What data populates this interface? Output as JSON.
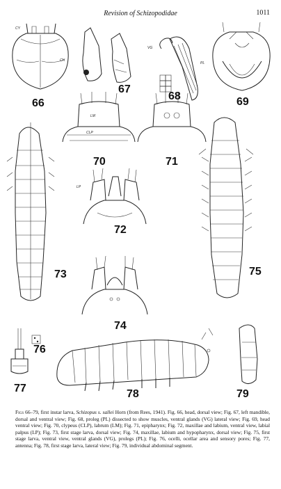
{
  "header": {
    "running_title": "Revision of Schizopodidae",
    "page_number": "1011"
  },
  "figures": [
    {
      "number": "66",
      "labels": [
        "CY",
        "CH"
      ]
    },
    {
      "number": "67",
      "labels": []
    },
    {
      "number": "68",
      "labels": [
        "VG",
        "PL"
      ]
    },
    {
      "number": "69",
      "labels": []
    },
    {
      "number": "70",
      "labels": [
        "LM",
        "CLP"
      ]
    },
    {
      "number": "71",
      "labels": []
    },
    {
      "number": "72",
      "labels": [
        "LP"
      ]
    },
    {
      "number": "73",
      "labels": []
    },
    {
      "number": "74",
      "labels": []
    },
    {
      "number": "75",
      "labels": []
    },
    {
      "number": "76",
      "labels": []
    },
    {
      "number": "77",
      "labels": []
    },
    {
      "number": "78",
      "labels": []
    },
    {
      "number": "79",
      "labels": []
    }
  ],
  "caption": {
    "prefix": "Figs",
    "intro": "66–79, first instar larva, ",
    "species": "Schizopus s. sallei",
    "body": " Horn (from Rees, 1941).  Fig. 66, head, dorsal view; Fig. 67, left mandible, dorsal and ventral view; Fig. 68, proleg (PL) dissected to show muscles, ventral glands (VG) lateral view; Fig. 69, head ventral view; Fig. 70, clypeus (CLP), labrum (LM); Fig. 71, epipharynx; Fig. 72, maxillae and labium, ventral view, labial palpus (LP); Fig. 73, first stage larva, dorsal view; Fig. 74, maxillae, labium and hypopharynx, dorsal view; Fig. 75, first stage larva, ventral view, ventral glands (VG), prolegs (PL); Fig. 76, ocelli, ocellar area and sensory pores; Fig. 77, antenna; Fig. 78, first stage larva, lateral view; Fig. 79, individual abdominal segment."
  }
}
